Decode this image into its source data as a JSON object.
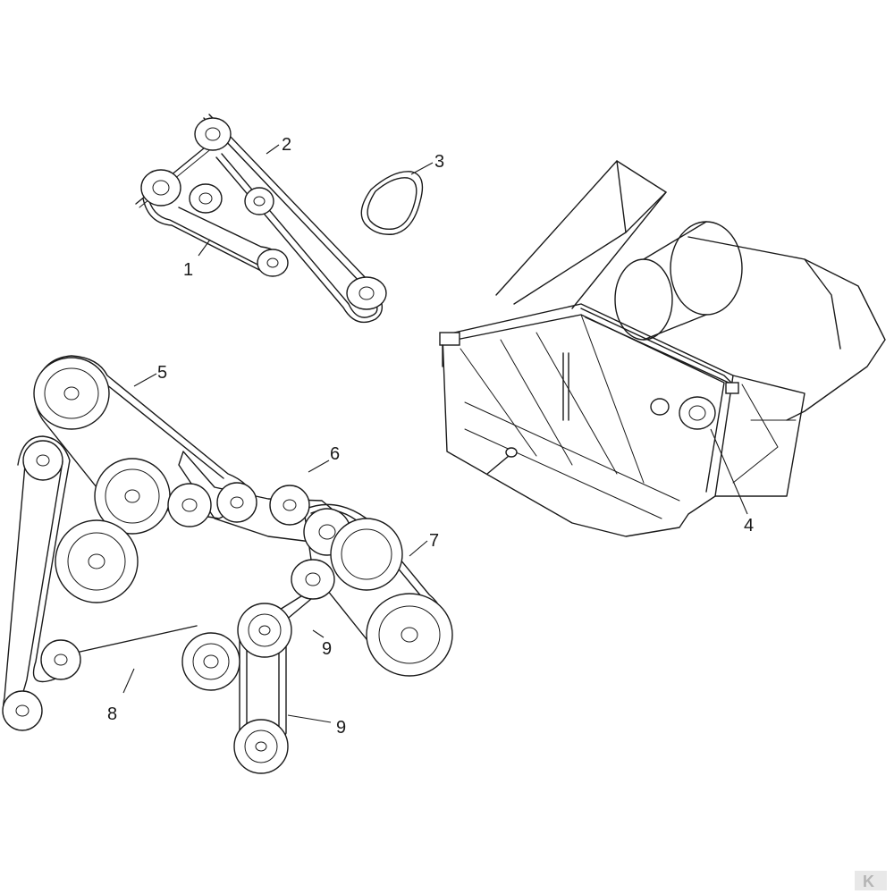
{
  "colors": {
    "line": "#1a1a1a",
    "background": "#ffffff",
    "watermark": "#cccccc"
  },
  "callouts": [
    "1",
    "2",
    "3",
    "4",
    "5",
    "6",
    "7",
    "8",
    "9",
    "9"
  ],
  "watermark": {
    "text": "K"
  }
}
